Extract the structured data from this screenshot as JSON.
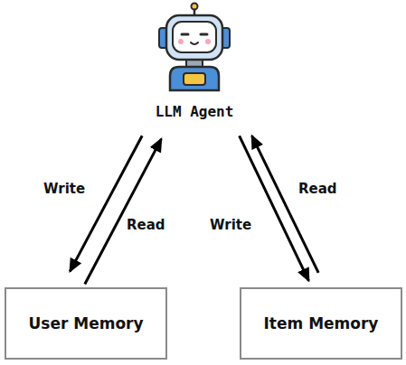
{
  "diagram": {
    "nodes": [
      {
        "text": [
          "LLM Agent"
        ]
      },
      {
        "text": [
          "User Memory"
        ]
      },
      {
        "text": [
          "Item Memory"
        ]
      }
    ],
    "edges": [
      {
        "from": 0,
        "to": 1,
        "arrow": "to",
        "label": "Write"
      },
      {
        "from": 1,
        "to": 0,
        "arrow": "to",
        "label": "Read"
      },
      {
        "from": 0,
        "to": 2,
        "arrow": "to",
        "label": "Write"
      },
      {
        "from": 2,
        "to": 0,
        "arrow": "to",
        "label": "Read"
      }
    ]
  }
}
